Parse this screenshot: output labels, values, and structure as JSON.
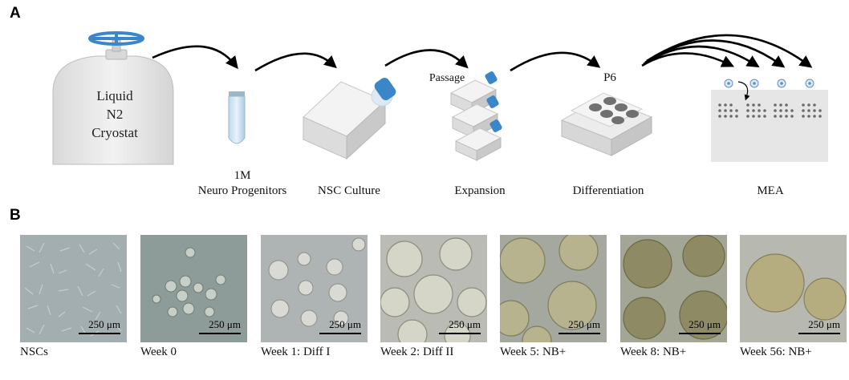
{
  "panels": {
    "a_label": "A",
    "b_label": "B"
  },
  "workflow": {
    "cryostat_lines": [
      "Liquid",
      "N2",
      "Cryostat"
    ],
    "tube_lines": [
      "1M",
      "Neuro Progenitors"
    ],
    "flask_label": "NSC Culture",
    "passage_label": "Passage",
    "expansion_label": "Expansion",
    "p6_label": "P6",
    "differentiation_label": "Differentiation",
    "mea_label": "MEA"
  },
  "micrographs": {
    "scale_text": "250 μm",
    "items": [
      {
        "caption": "NSCs",
        "stage": "cells"
      },
      {
        "caption": "Week 0",
        "stage": "small"
      },
      {
        "caption": "Week 1: Diff I",
        "stage": "small-medium"
      },
      {
        "caption": "Week 2: Diff II",
        "stage": "medium"
      },
      {
        "caption": "Week 5: NB+",
        "stage": "large"
      },
      {
        "caption": "Week 8: NB+",
        "stage": "large-dark"
      },
      {
        "caption": "Week 56: NB+",
        "stage": "largest"
      }
    ]
  },
  "colors": {
    "accent_blue": "#3a86c8",
    "vessel_gray": "#e8e8e8",
    "arrow": "#000000"
  }
}
